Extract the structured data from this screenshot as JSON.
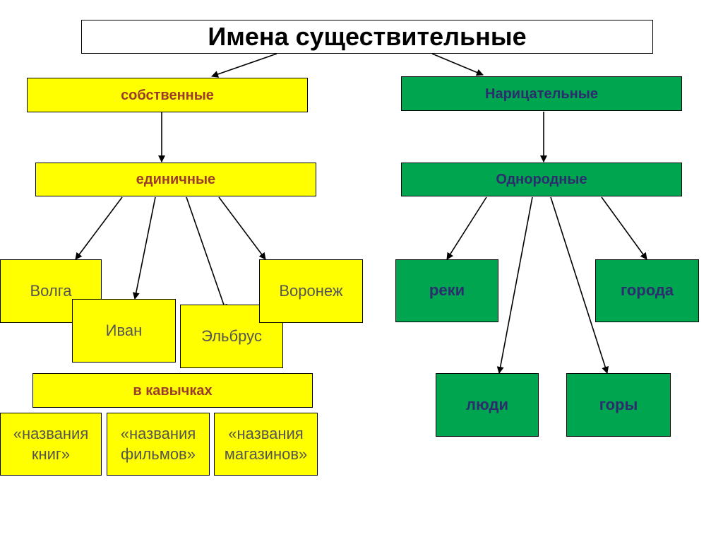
{
  "title": "Имена существительные",
  "colors": {
    "yellow_box": "#ffff00",
    "green_box": "#00a550",
    "arrow": "#000000"
  },
  "proper": {
    "label": "собственные",
    "single": {
      "label": "единичные",
      "examples": [
        "Волга",
        "Иван",
        "Эльбрус",
        "Воронеж"
      ]
    },
    "quoted": {
      "label": "в кавычках",
      "examples": [
        "«названия\nкниг»",
        "«названия\nфильмов»",
        "«названия\nмагазинов»"
      ]
    }
  },
  "common": {
    "label": "Нарицательные",
    "homogeneous": {
      "label": "Однородные",
      "examples": [
        "реки",
        "города",
        "люди",
        "горы"
      ]
    }
  }
}
